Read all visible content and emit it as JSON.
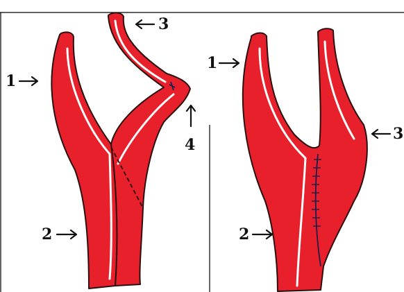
{
  "figure": {
    "left_panel": {
      "labels": [
        {
          "id": "l1",
          "text": "1"
        },
        {
          "id": "l2",
          "text": "2"
        },
        {
          "id": "l3",
          "text": "3"
        },
        {
          "id": "l4",
          "text": "4"
        }
      ]
    },
    "right_panel": {
      "labels": [
        {
          "id": "r1",
          "text": "1"
        },
        {
          "id": "r2",
          "text": "2"
        },
        {
          "id": "r3",
          "text": "3"
        }
      ]
    },
    "colors": {
      "vessel_fill": "#e8202c",
      "vessel_outline": "#2a1010",
      "lumen": "#ffffff",
      "suture": "#1e1e4a"
    }
  }
}
